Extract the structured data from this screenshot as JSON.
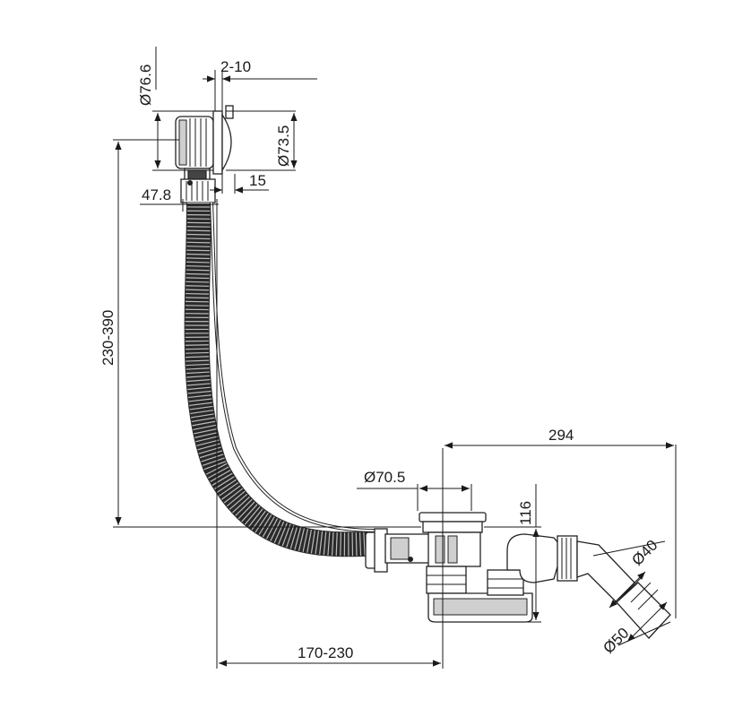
{
  "dimensions": {
    "overflow_diameter": "Ø76.6",
    "flange_thickness": "2-10",
    "overflow_cap_diameter": "Ø73.5",
    "cap_depth": "15",
    "overflow_depth": "47.8",
    "vertical_span": "230-390",
    "horizontal_span": "170-230",
    "total_width": "294",
    "drain_diameter": "Ø70.5",
    "trap_height": "116",
    "outlet_40": "Ø40",
    "outlet_50": "Ø50"
  },
  "colors": {
    "line": "#1a1a1a",
    "hose": "#3a3a3a"
  }
}
